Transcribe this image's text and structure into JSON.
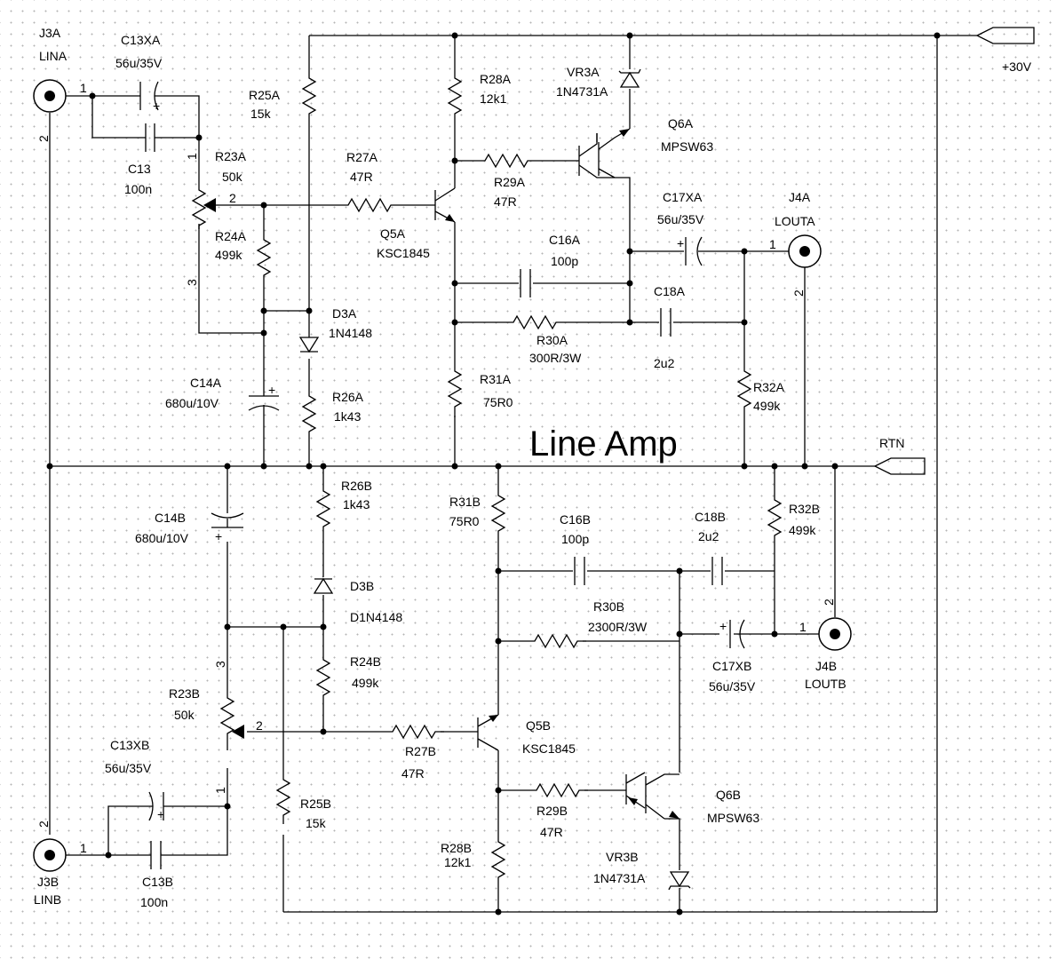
{
  "title": "Line Amp",
  "nets": {
    "supply": "+30V",
    "return": "RTN"
  },
  "labels": {
    "j3a_ref": "J3A",
    "j3a_val": "LINA",
    "c13xa_ref": "C13XA",
    "c13xa_val": "56u/35V",
    "c13_ref": "C13",
    "c13_val": "100n",
    "r25a_ref": "R25A",
    "r25a_val": "15k",
    "r23a_ref": "R23A",
    "r23a_val": "50k",
    "r24a_ref": "R24A",
    "r24a_val": "499k",
    "r27a_ref": "R27A",
    "r27a_val": "47R",
    "q5a_ref": "Q5A",
    "q5a_val": "KSC1845",
    "r28a_ref": "R28A",
    "r28a_val": "12k1",
    "vr3a_ref": "VR3A",
    "vr3a_val": "1N4731A",
    "q6a_ref": "Q6A",
    "q6a_val": "MPSW63",
    "r29a_ref": "R29A",
    "r29a_val": "47R",
    "c17xa_ref": "C17XA",
    "c17xa_val": "56u/35V",
    "j4a_ref": "J4A",
    "j4a_val": "LOUTA",
    "c16a_ref": "C16A",
    "c16a_val": "100p",
    "c18a_ref": "C18A",
    "c18a_val": "2u2",
    "d3a_ref": "D3A",
    "d3a_val": "1N4148",
    "r30a_ref": "R30A",
    "r30a_val": "300R/3W",
    "c14a_ref": "C14A",
    "c14a_val": "680u/10V",
    "r26a_ref": "R26A",
    "r26a_val": "1k43",
    "r31a_ref": "R31A",
    "r31a_val": "75R0",
    "r32a_ref": "R32A",
    "r32a_val": "499k",
    "r26b_ref": "R26B",
    "r26b_val": "1k43",
    "r31b_ref": "R31B",
    "r31b_val": "75R0",
    "c16b_ref": "C16B",
    "c16b_val": "100p",
    "c18b_ref": "C18B",
    "c18b_val": "2u2",
    "r32b_ref": "R32B",
    "r32b_val": "499k",
    "c14b_ref": "C14B",
    "c14b_val": "680u/10V",
    "d3b_ref": "D3B",
    "d3b_val": "D1N4148",
    "r30b_ref": "R30B",
    "r30b_val": "2300R/3W",
    "c17xb_ref": "C17XB",
    "c17xb_val": "56u/35V",
    "j4b_ref": "J4B",
    "j4b_val": "LOUTB",
    "r24b_ref": "R24B",
    "r24b_val": "499k",
    "r23b_ref": "R23B",
    "r23b_val": "50k",
    "q5b_ref": "Q5B",
    "q5b_val": "KSC1845",
    "c13xb_ref": "C13XB",
    "c13xb_val": "56u/35V",
    "r27b_ref": "R27B",
    "r27b_val": "47R",
    "q6b_ref": "Q6B",
    "q6b_val": "MPSW63",
    "r25b_ref": "R25B",
    "r25b_val": "15k",
    "r29b_ref": "R29B",
    "r29b_val": "47R",
    "r28b_ref": "R28B",
    "r28b_val": "12k1",
    "vr3b_ref": "VR3B",
    "vr3b_val": "1N4731A",
    "j3b_ref": "J3B",
    "j3b_val": "LINB",
    "c13b_ref": "C13B",
    "c13b_val": "100n"
  },
  "pins": {
    "one": "1",
    "two": "2",
    "three": "3",
    "plus": "+"
  }
}
